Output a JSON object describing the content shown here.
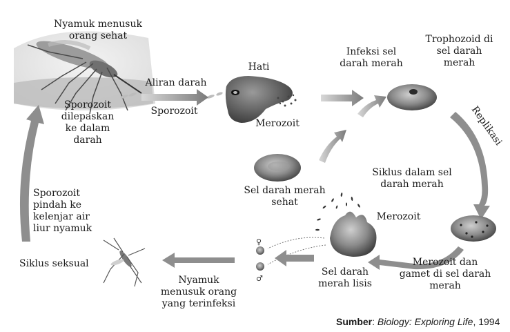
{
  "labels": {
    "mosquito_bites_healthy": "Nyamuk menusuk\norang sehat",
    "sporozoites_released": "Sporozoit\ndilepaskan\nke dalam\ndarah",
    "bloodstream": "Aliran darah",
    "sporozoite": "Sporozoit",
    "liver": "Hati",
    "merozoite_liver": "Merozoit",
    "rbc_infection": "Infeksi sel\ndarah merah",
    "trophozoite": "Trophozoid di\nsel darah\nmerah",
    "replication": "Replikasi",
    "rbc_cycle": "Siklus dalam sel\ndarah merah",
    "healthy_rbc": "Sel darah merah\nsehat",
    "merozoite_lysis": "Merozoit",
    "merozoite_gamete": "Merozoit dan\ngamet di sel darah\nmerah",
    "lysed_rbc": "Sel darah\nmerah lisis",
    "mosquito_bites_infected": "Nyamuk\nmenusuk orang\nyang terinfeksi",
    "sexual_cycle": "Siklus seksual",
    "sporozoite_migrates": "Sporozoit\npindah ke\nkelenjar air\nliur nyamuk"
  },
  "symbols": {
    "female": "♀",
    "male": "♂"
  },
  "source": {
    "prefix": "Sumber",
    "title": "Biology: Exploring Life",
    "year": ", 1994"
  },
  "colors": {
    "cell_red": "#6e6e6e",
    "arrow_gray": "#8a8a8a",
    "liver": "#5a5a5a"
  }
}
